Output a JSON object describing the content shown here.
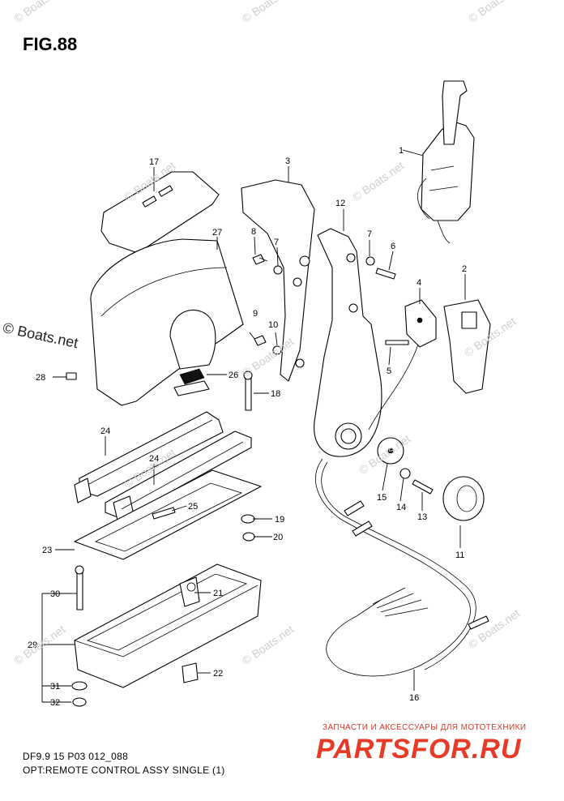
{
  "figure": {
    "title": "FIG.88",
    "code": "DF9.9 15 P03 012_088",
    "caption": "OPT:REMOTE CONTROL ASSY SINGLE (1)"
  },
  "watermark": {
    "text": "© Boats.net"
  },
  "branding": {
    "tagline": "ЗАПЧАСТИ И АКСЕССУАРЫ ДЛЯ МОТОТЕХНИКИ",
    "logo": "PARTSFOR.RU",
    "color": "#e83a27"
  },
  "callouts": [
    "1",
    "2",
    "3",
    "4",
    "5",
    "6",
    "7",
    "7",
    "8",
    "9",
    "10",
    "11",
    "12",
    "13",
    "14",
    "15",
    "16",
    "17",
    "18",
    "19",
    "20",
    "21",
    "22",
    "23",
    "24",
    "24",
    "25",
    "26",
    "27",
    "28",
    "29",
    "30",
    "31",
    "32"
  ]
}
